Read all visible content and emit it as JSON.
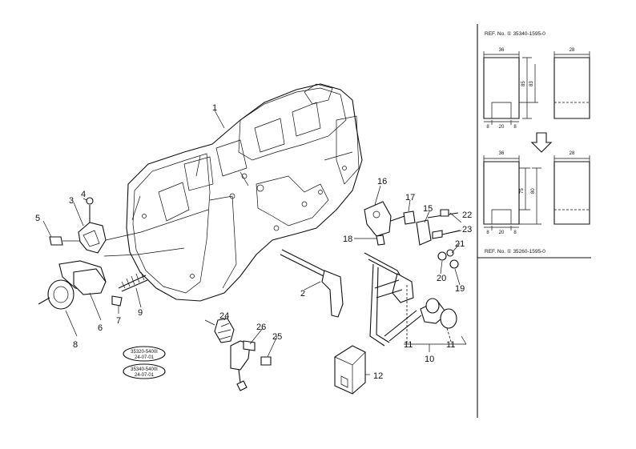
{
  "callouts": {
    "n1": "1",
    "n2": "2",
    "n3": "3",
    "n4": "4",
    "n5": "5",
    "n6": "6",
    "n7": "7",
    "n8": "8",
    "n9": "9",
    "n10": "10",
    "n11a": "11",
    "n11b": "11",
    "n12": "12",
    "n15": "15",
    "n16": "16",
    "n17": "17",
    "n18": "18",
    "n19": "19",
    "n20": "20",
    "n21": "21",
    "n22": "22",
    "n23": "23",
    "n24": "24",
    "n25": "25",
    "n26": "26"
  },
  "stamps": {
    "stamp1_line1": "35320-5400I",
    "stamp1_line2": "24-07-01",
    "stamp2_line1": "35340-5400I",
    "stamp2_line2": "24-07-01"
  },
  "ref_panel": {
    "ref_top": "REF. No. ① 35340-1595-0",
    "ref_bottom": "REF. No. ① 35260-1595-0",
    "top_width_left": "36",
    "top_width_right": "28",
    "top_h1": "85",
    "top_h2": "83",
    "top_bottom_8a": "8",
    "top_bottom_20": "20",
    "top_bottom_8b": "8",
    "bot_width_left": "36",
    "bot_width_right": "28",
    "bot_h1": "75",
    "bot_h2": "80",
    "bot_bottom_8a": "8",
    "bot_bottom_20": "20",
    "bot_bottom_8b": "8"
  }
}
